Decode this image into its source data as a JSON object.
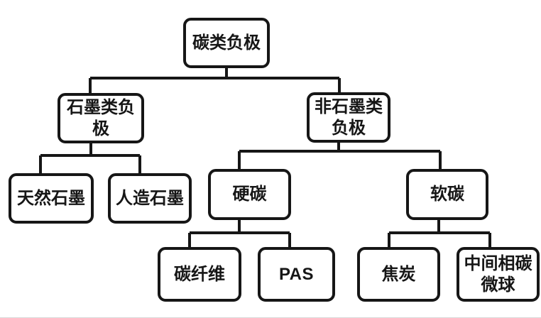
{
  "diagram": {
    "type": "tree",
    "orientation": "top-down",
    "topic": "碳类负极",
    "nodes": {
      "root": {
        "label": "碳类负极"
      },
      "graphite": {
        "label": "石墨类负极"
      },
      "non_graphite": {
        "label": "非石墨类负极"
      },
      "natural_graphite": {
        "label": "天然石墨"
      },
      "artificial_graphite": {
        "label": "人造石墨"
      },
      "hard_carbon": {
        "label": "硬碳"
      },
      "soft_carbon": {
        "label": "软碳"
      },
      "carbon_fiber": {
        "label": "碳纤维"
      },
      "pas": {
        "label": "PAS"
      },
      "coke": {
        "label": "焦炭"
      },
      "mesocarbon_microbeads": {
        "label": "中间相碳微球"
      }
    },
    "edges": [
      {
        "from": "root",
        "to": "graphite"
      },
      {
        "from": "root",
        "to": "non_graphite"
      },
      {
        "from": "graphite",
        "to": "natural_graphite"
      },
      {
        "from": "graphite",
        "to": "artificial_graphite"
      },
      {
        "from": "non_graphite",
        "to": "hard_carbon"
      },
      {
        "from": "non_graphite",
        "to": "soft_carbon"
      },
      {
        "from": "hard_carbon",
        "to": "carbon_fiber"
      },
      {
        "from": "hard_carbon",
        "to": "pas"
      },
      {
        "from": "soft_carbon",
        "to": "coke"
      },
      {
        "from": "soft_carbon",
        "to": "mesocarbon_microbeads"
      }
    ],
    "colors": {
      "line": "#161616",
      "box_border": "#161616",
      "box_fill": "#ffffff",
      "text": "#161616",
      "background": "#ffffff"
    }
  }
}
